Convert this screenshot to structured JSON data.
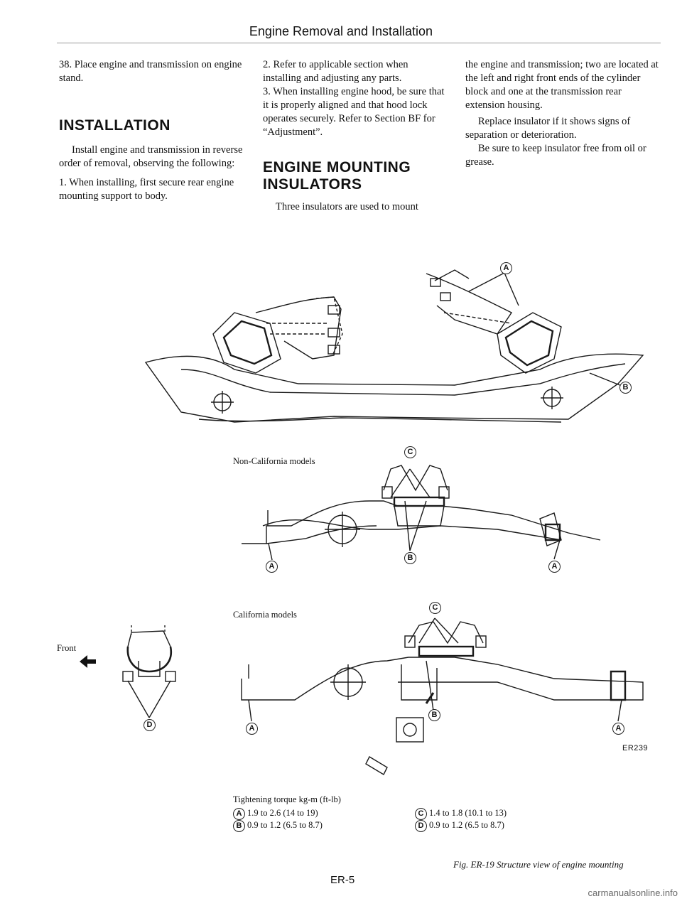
{
  "header": {
    "title": "Engine Removal and Installation"
  },
  "col1": {
    "step38": "38.  Place engine and transmission on engine stand.",
    "heading_installation": "INSTALLATION",
    "install_para": "Install engine and transmission in reverse order of removal, observing the following:",
    "step1": "1.  When installing, first secure rear engine mounting support to body."
  },
  "col2": {
    "step2": "2.  Refer to applicable section when installing and adjusting any parts.",
    "step3": "3.  When installing engine hood, be sure that it is properly aligned and that hood lock operates securely. Refer to Section BF for “Adjustment”.",
    "heading_mounting": "ENGINE MOUNTING INSULATORS",
    "para_three": "Three insulators are used to mount"
  },
  "col3": {
    "para_cont": "the engine and transmission; two are located at the left and right front ends of the cylinder block and one at the transmission rear extension housing.",
    "para_replace": "Replace insulator if it shows signs of separation or deterioration.",
    "para_keep": "Be sure to keep insulator free from oil or grease."
  },
  "figure": {
    "label_non_california": "Non-California models",
    "label_california": "California models",
    "label_front": "Front",
    "callout_a": "A",
    "callout_b": "B",
    "callout_c": "C",
    "callout_d": "D",
    "code": "ER239"
  },
  "torque": {
    "title": "Tightening torque  kg-m (ft-lb)",
    "a": "1.9 to 2.6 (14 to 19)",
    "b": "0.9 to 1.2 (6.5 to 8.7)",
    "c": "1.4 to 1.8 (10.1 to 13)",
    "d": "0.9 to 1.2 (6.5 to 8.7)"
  },
  "caption": "Fig. ER-19  Structure view of engine mounting",
  "page_number": "ER-5",
  "watermark": "carmanualsonline.info"
}
